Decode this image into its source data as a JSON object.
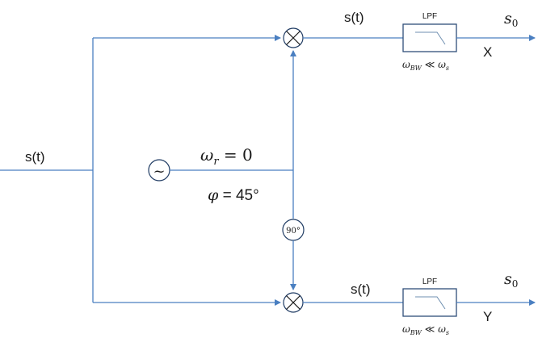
{
  "input": {
    "label": "s(t)"
  },
  "oscillator": {
    "symbol": "~",
    "omega_sym": "ω",
    "omega_sub": "r",
    "omega_val": " = 0",
    "phase_sym": "φ",
    "phase_val": " = 45°"
  },
  "phase_shifter": {
    "label": "90°"
  },
  "branches": {
    "top": {
      "signal_label": "s(t)",
      "filter_label": "LPF",
      "bw_omega": "ω",
      "bw_sub": "BW",
      "bw_rel": " ≪ ",
      "bw_omega2": "ω",
      "bw_sub2": "s",
      "output_sym": "s",
      "output_sub": "0",
      "output_name": "X"
    },
    "bottom": {
      "signal_label": "s(t)",
      "filter_label": "LPF",
      "bw_omega": "ω",
      "bw_sub": "BW",
      "bw_rel": " ≪ ",
      "bw_omega2": "ω",
      "bw_sub2": "s",
      "output_sym": "s",
      "output_sub": "0",
      "output_name": "Y"
    }
  },
  "colors": {
    "wire": "#4a7fc1",
    "box": "#2f4f7a",
    "text": "#1a1a1a"
  }
}
